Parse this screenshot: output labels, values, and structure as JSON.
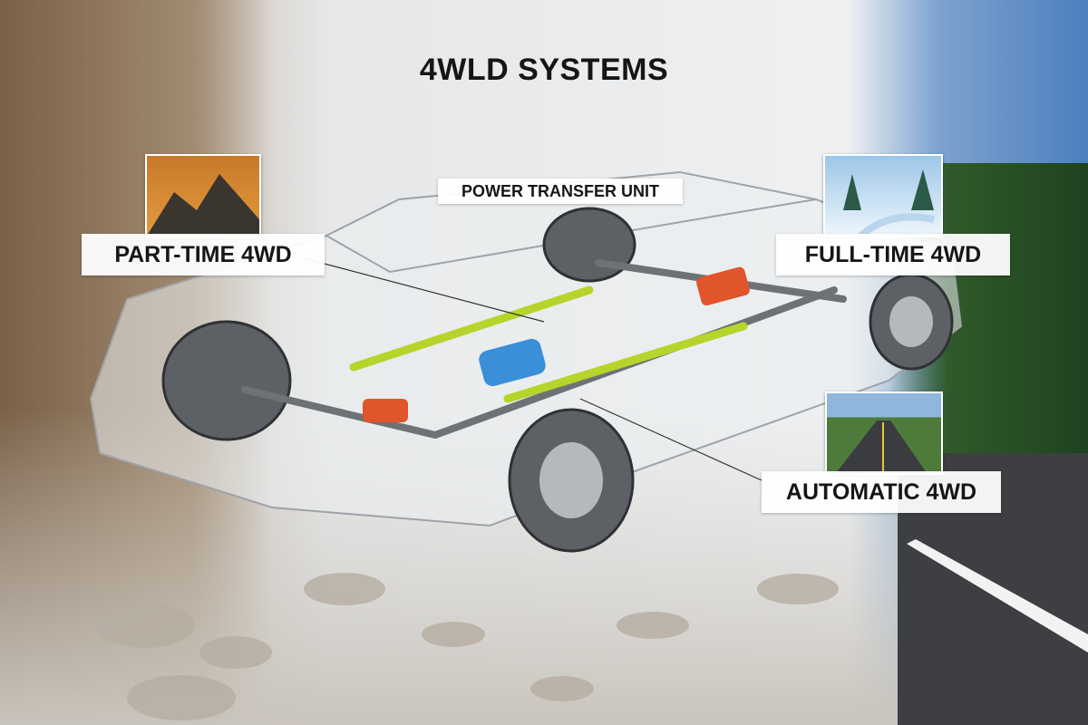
{
  "title": "4WLD SYSTEMS",
  "callouts": {
    "power_transfer_unit": "POWER TRANSFER UNIT",
    "part_time": "PART-TIME 4WD",
    "full_time": "FULL-TIME 4WD",
    "automatic": "AUTOMATIC 4WD"
  },
  "colors": {
    "driveshaft": "#b7d42a",
    "transfer_case": "#3a8fd8",
    "differential": "#e0552a"
  }
}
